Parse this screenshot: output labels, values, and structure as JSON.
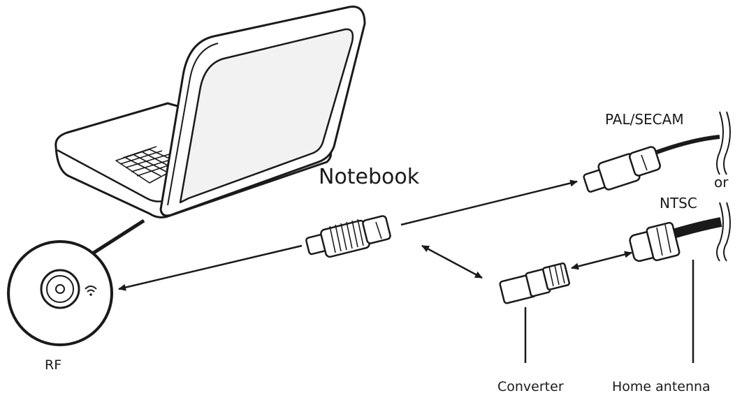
{
  "labels": {
    "notebook": "Notebook",
    "rf": "RF",
    "pal_secam": "PAL/SECAM",
    "or": "or",
    "ntsc": "NTSC",
    "converter": "Converter",
    "home_antenna": "Home antenna"
  },
  "colors": {
    "line": "#1a1a1a",
    "background": "#ffffff",
    "screen_fill": "#f2f2f2",
    "connector_fill": "#ffffff"
  },
  "icons": {
    "rf_port": "coax-port-icon",
    "wireless": "wireless-icon"
  }
}
